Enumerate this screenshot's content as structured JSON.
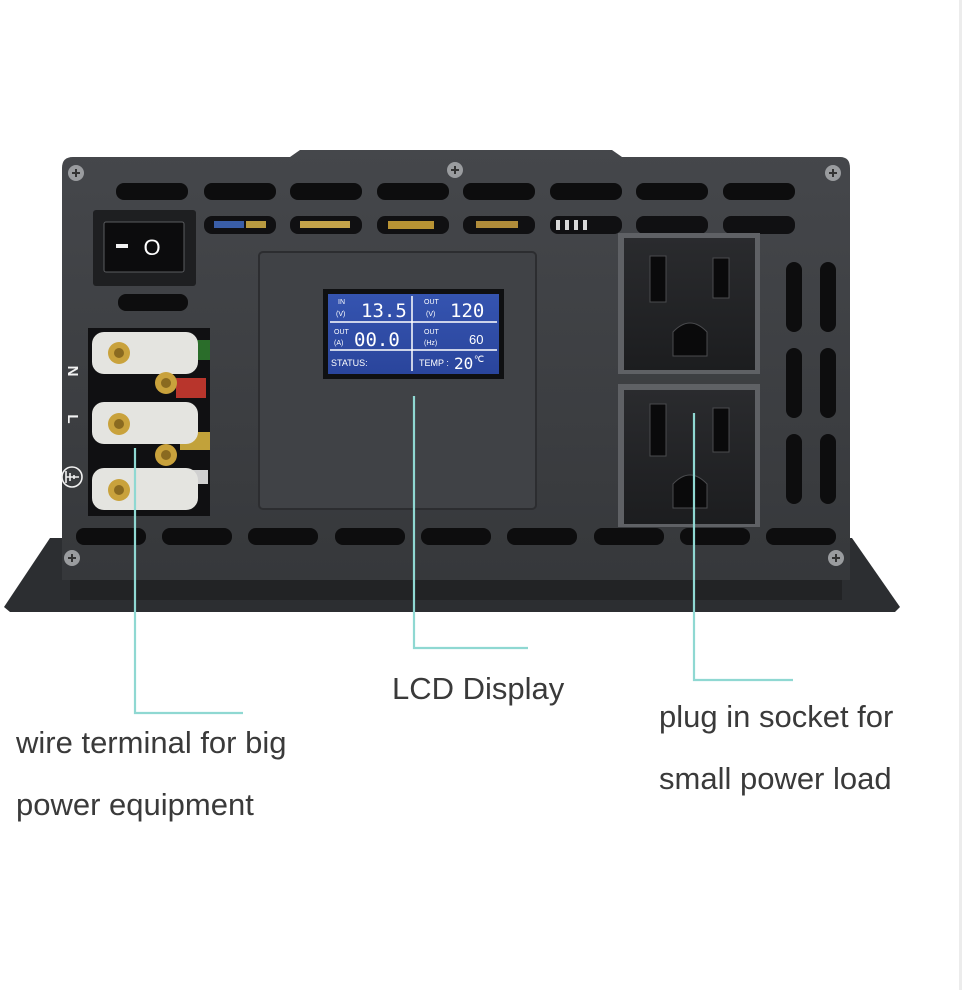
{
  "switch": {
    "off_symbol": "O"
  },
  "terminal_labels": {
    "neutral": "N",
    "line": "L"
  },
  "lcd": {
    "in_v": {
      "label_top": "IN",
      "label_unit": "(V)",
      "value": "13.5"
    },
    "out_v": {
      "label_top": "OUT",
      "label_unit": "(V)",
      "value": "120"
    },
    "out_a": {
      "label_top": "OUT",
      "label_unit": "(A)",
      "value": "00.0"
    },
    "out_hz": {
      "label_top": "OUT",
      "label_unit": "(Hz)",
      "value": "60"
    },
    "status_label": "STATUS:",
    "temp_label": "TEMP :",
    "temp_value": "20",
    "temp_unit": "℃"
  },
  "callouts": {
    "terminal": [
      "wire terminal for big",
      "power equipment"
    ],
    "lcd": "LCD Display",
    "socket": [
      "plug in socket for",
      "small power load"
    ]
  },
  "colors": {
    "panel": "#3d3f42",
    "lcd_background": "#2f4fa8",
    "callout_line": "#8fd8d2",
    "socket": "#232426"
  }
}
